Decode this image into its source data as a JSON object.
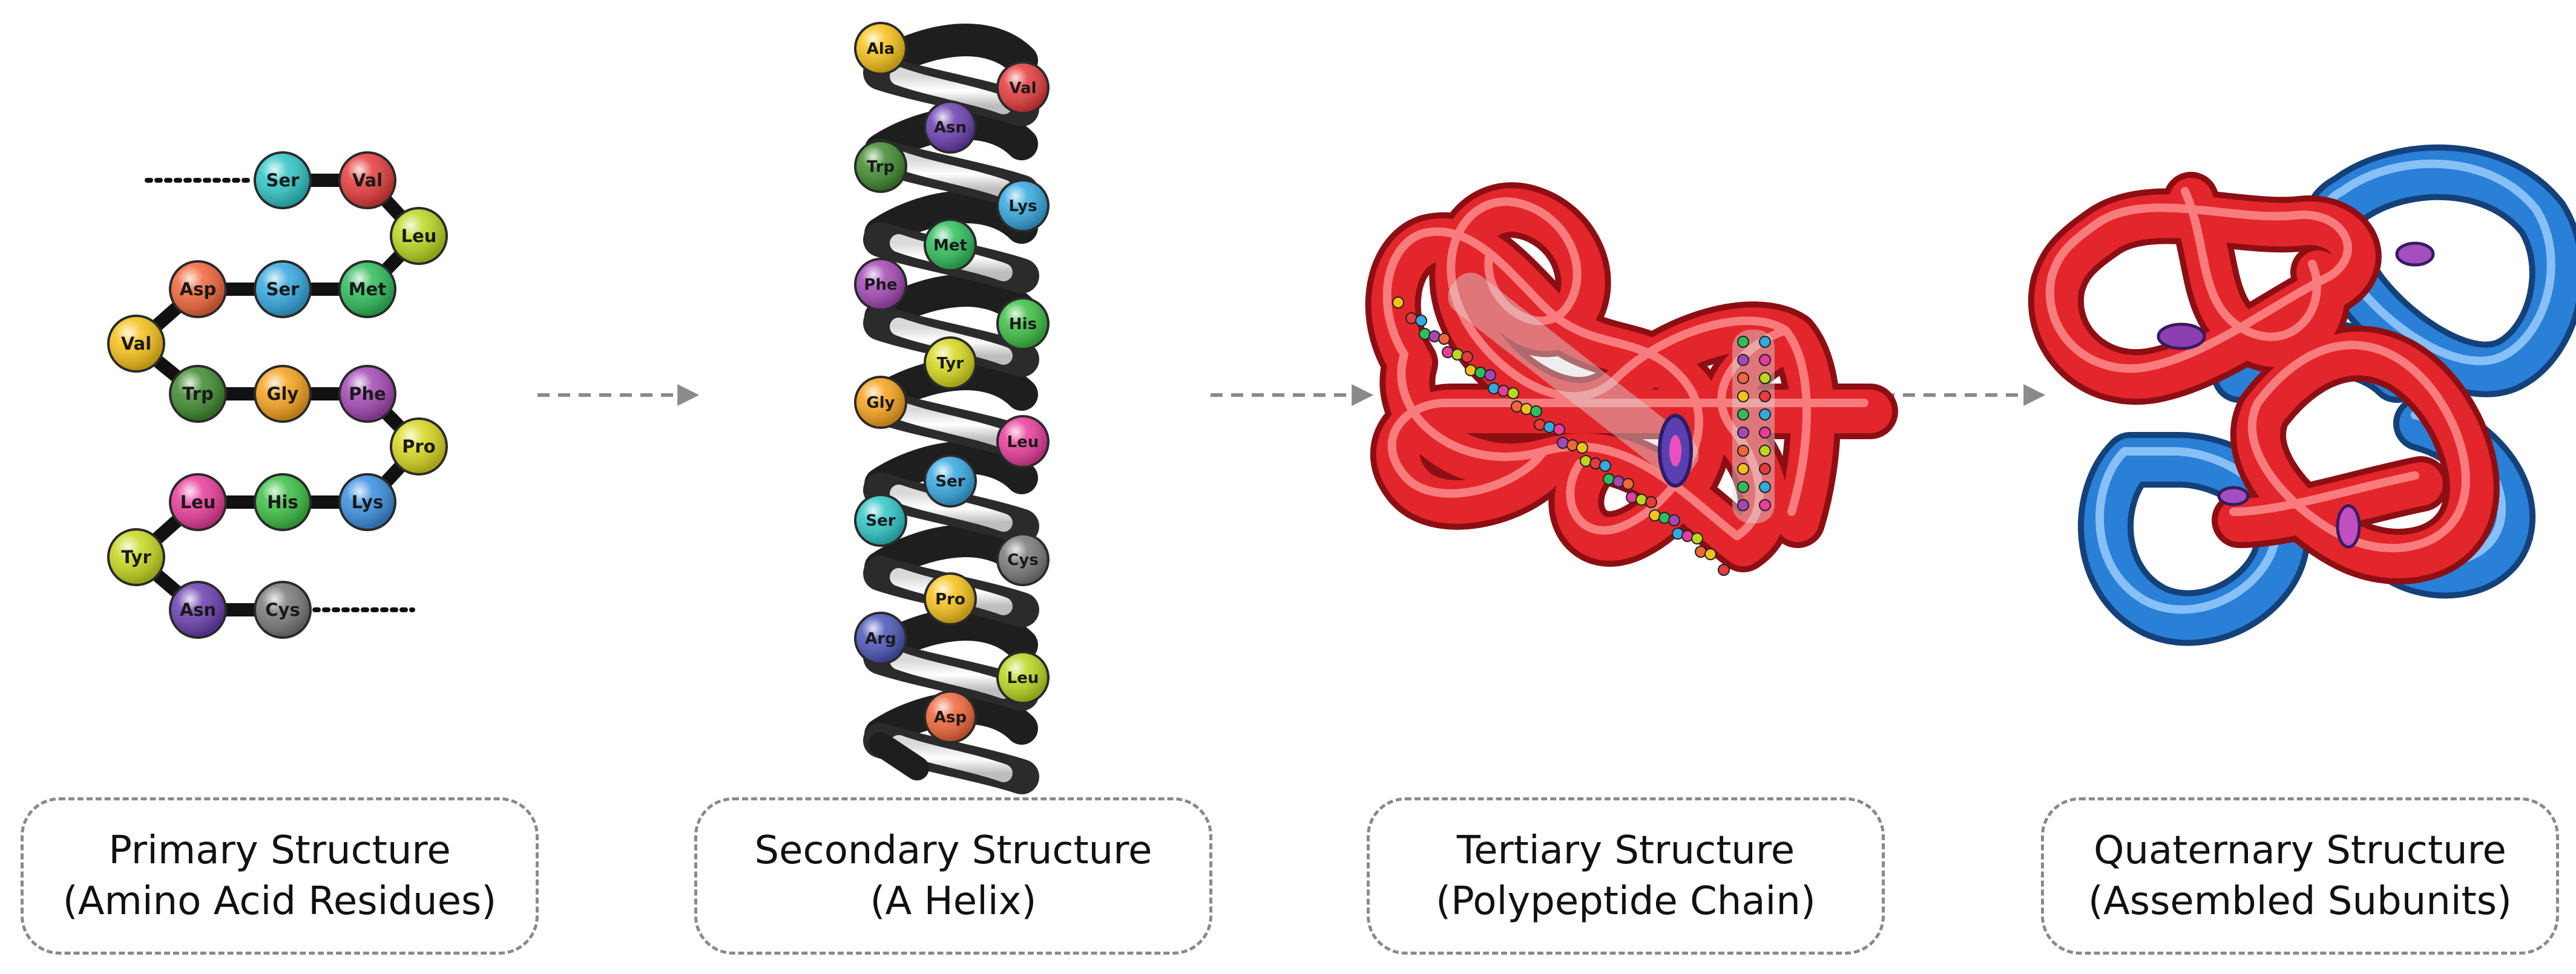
{
  "panels": [
    {
      "title": "Primary Structure",
      "subtitle": "(Amino Acid Residues)",
      "residues": [
        {
          "name": "Ser",
          "color": "#2fc6c6"
        },
        {
          "name": "Val",
          "color": "#e63b3b"
        },
        {
          "name": "Leu",
          "color": "#b9d81f"
        },
        {
          "name": "Met",
          "color": "#2ebd5a"
        },
        {
          "name": "Ser",
          "color": "#35a8e0"
        },
        {
          "name": "Asp",
          "color": "#f2663a"
        },
        {
          "name": "Val",
          "color": "#f6c21a"
        },
        {
          "name": "Trp",
          "color": "#3f8a2e"
        },
        {
          "name": "Gly",
          "color": "#f7a21d"
        },
        {
          "name": "Phe",
          "color": "#a447b5"
        },
        {
          "name": "Pro",
          "color": "#d8d81f"
        },
        {
          "name": "Lys",
          "color": "#3a8fe0"
        },
        {
          "name": "His",
          "color": "#3cc043"
        },
        {
          "name": "Leu",
          "color": "#ea3c9a"
        },
        {
          "name": "Tyr",
          "color": "#c8d820"
        },
        {
          "name": "Asn",
          "color": "#6a3fb0"
        },
        {
          "name": "Cys",
          "color": "#7a7a7a"
        }
      ]
    },
    {
      "title": "Secondary Structure",
      "subtitle": "(A Helix)",
      "residues": [
        {
          "name": "Ala",
          "color": "#f6c21a"
        },
        {
          "name": "Val",
          "color": "#e63b3b"
        },
        {
          "name": "Asn",
          "color": "#6a3fb0"
        },
        {
          "name": "Trp",
          "color": "#3f8a2e"
        },
        {
          "name": "Lys",
          "color": "#35a8e0"
        },
        {
          "name": "Met",
          "color": "#2ebd5a"
        },
        {
          "name": "Phe",
          "color": "#a447b5"
        },
        {
          "name": "His",
          "color": "#3cc043"
        },
        {
          "name": "Tyr",
          "color": "#d8d81f"
        },
        {
          "name": "Gly",
          "color": "#f7a21d"
        },
        {
          "name": "Leu",
          "color": "#ea3c9a"
        },
        {
          "name": "Ser",
          "color": "#35a8e0"
        },
        {
          "name": "Ser",
          "color": "#2fc6c6"
        },
        {
          "name": "Cys",
          "color": "#7a7a7a"
        },
        {
          "name": "Pro",
          "color": "#f6c21a"
        },
        {
          "name": "Arg",
          "color": "#4a56b8"
        },
        {
          "name": "Leu",
          "color": "#b9d81f"
        },
        {
          "name": "Asp",
          "color": "#f2663a"
        }
      ]
    },
    {
      "title": "Tertiary Structure",
      "subtitle": "(Polypeptide Chain)"
    },
    {
      "title": "Quaternary Structure",
      "subtitle": "(Assembled Subunits)"
    }
  ],
  "colors": {
    "chain_red": "#e3262b",
    "chain_blue": "#2a7fd6",
    "helix_black": "#1e1e1e",
    "arrow_gray": "#8a8a8a"
  }
}
